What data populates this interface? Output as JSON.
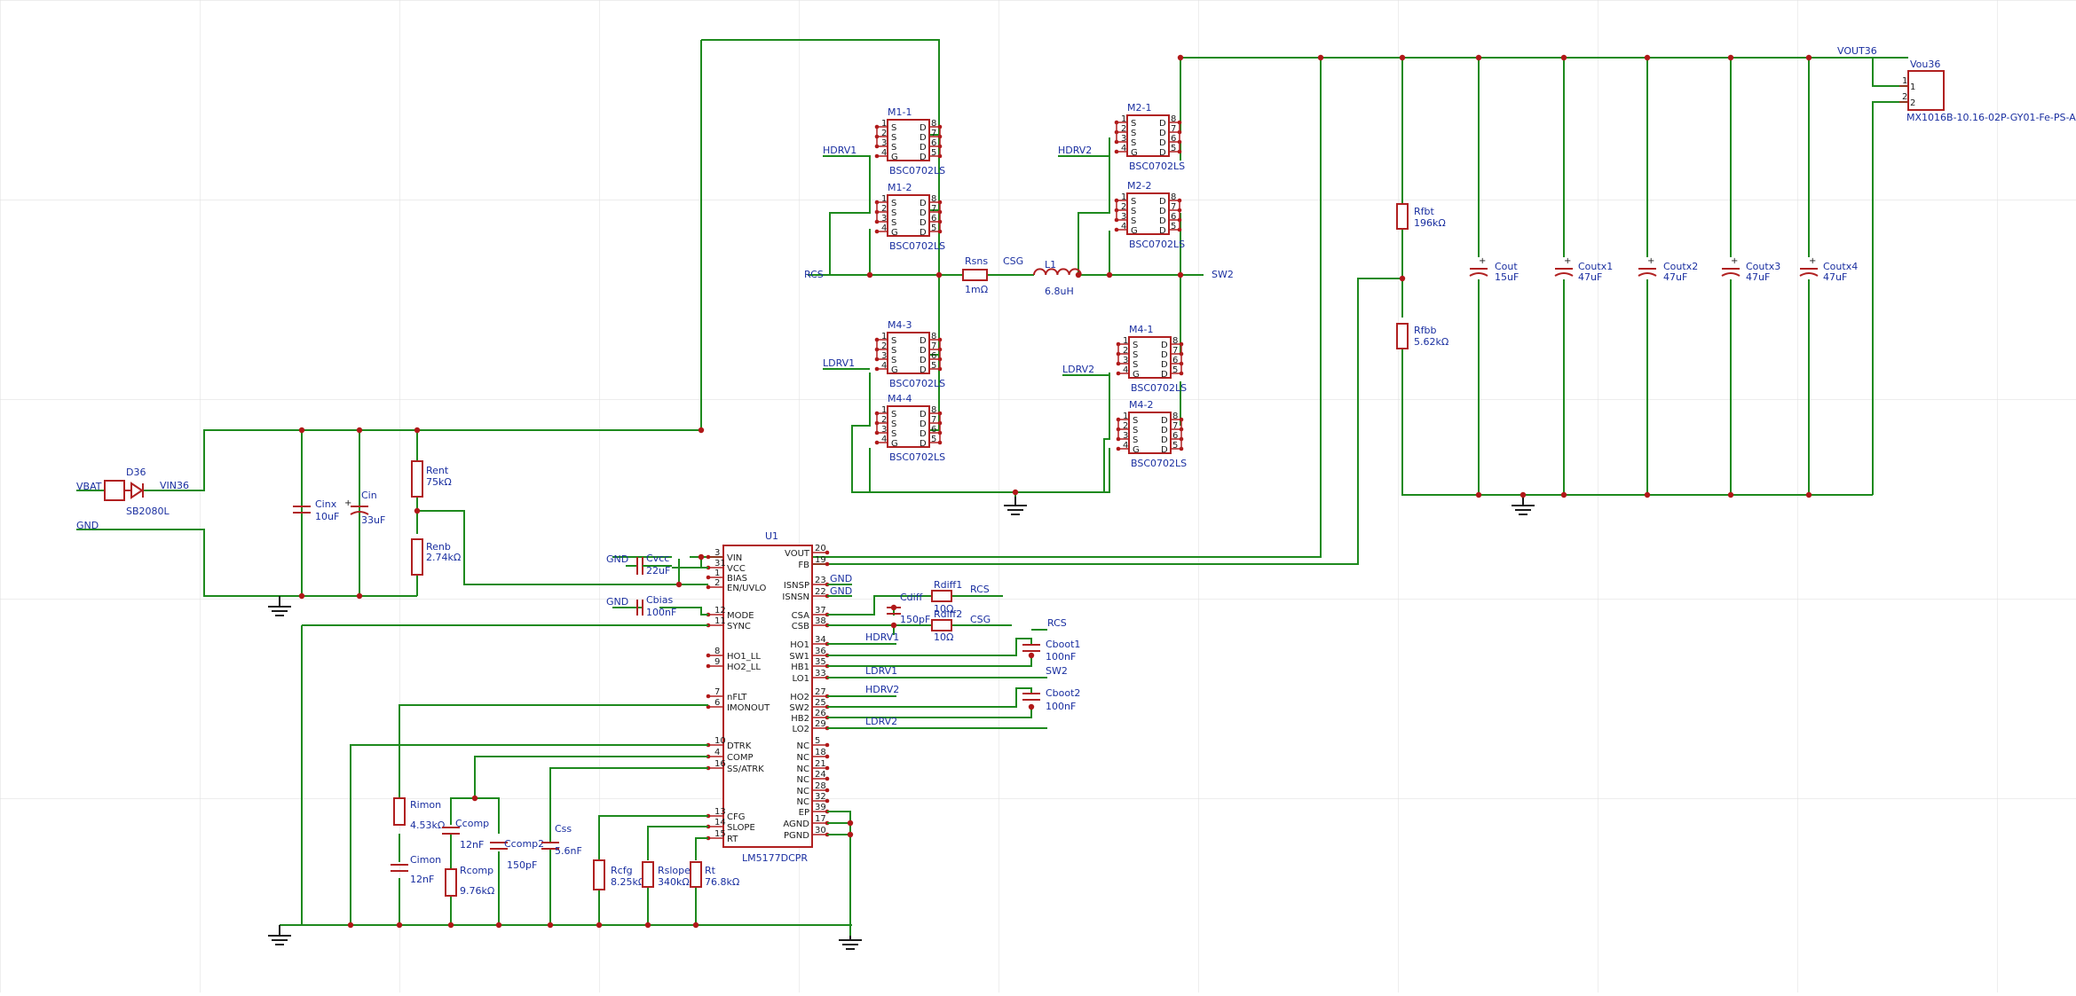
{
  "net_labels": {
    "vbat": "VBAT",
    "gnd_in": "GND",
    "vin36": "VIN36",
    "rcs": "RCS",
    "csg": "CSG",
    "sw2": "SW2",
    "hdrv1": "HDRV1",
    "hdrv2": "HDRV2",
    "ldrv1": "LDRV1",
    "ldrv2": "LDRV2",
    "vout36": "VOUT36",
    "gnd_a": "GND",
    "gnd_b": "GND",
    "gnd_c": "GND",
    "gnd_d": "GND",
    "rcs_r": "RCS",
    "csg_r": "CSG",
    "hdrv1_r": "HDRV1",
    "ldrv1_r": "LDRV1",
    "hdrv2_r": "HDRV2",
    "ldrv2_r": "LDRV2",
    "sw2_r": "SW2"
  },
  "components": {
    "d36": {
      "ref": "D36",
      "value": "SB2080L"
    },
    "cinx": {
      "ref": "Cinx",
      "value": "10uF"
    },
    "cin": {
      "ref": "Cin",
      "value": "33uF"
    },
    "renr": {
      "ref": "Rent",
      "value": "75kΩ"
    },
    "renb": {
      "ref": "Renb",
      "value": "2.74kΩ"
    },
    "cvcc": {
      "ref": "Cvcc",
      "value": "22uF"
    },
    "cbias": {
      "ref": "Cbias",
      "value": "100nF"
    },
    "u1": {
      "ref": "U1",
      "value": "LM5177DCPR"
    },
    "cdiff": {
      "ref": "Cdiff",
      "value": "150pF"
    },
    "rdiff1": {
      "ref": "Rdiff1",
      "value": "10Ω"
    },
    "rdiff2": {
      "ref": "Rdiff2",
      "value": "10Ω"
    },
    "cboot1": {
      "ref": "Cboot1",
      "value": "100nF"
    },
    "cboot2": {
      "ref": "Cboot2",
      "value": "100nF"
    },
    "rimon": {
      "ref": "Rimon",
      "value": "4.53kΩ"
    },
    "cimon": {
      "ref": "Cimon",
      "value": "12nF"
    },
    "ccomp": {
      "ref": "Ccomp",
      "value": "12nF"
    },
    "rcomp": {
      "ref": "Rcomp",
      "value": "9.76kΩ"
    },
    "ccomp2": {
      "ref": "Ccomp2",
      "value": "150pF"
    },
    "css": {
      "ref": "Css",
      "value": "5.6nF"
    },
    "rcfg": {
      "ref": "Rcfg",
      "value": "8.25kΩ"
    },
    "rslope": {
      "ref": "Rslope",
      "value": "340kΩ"
    },
    "rt": {
      "ref": "Rt",
      "value": "76.8kΩ"
    },
    "rsns": {
      "ref": "Rsns",
      "value": "1mΩ"
    },
    "l1": {
      "ref": "L1",
      "value": "6.8uH"
    },
    "rfbt": {
      "ref": "Rfbt",
      "value": "196kΩ"
    },
    "rfbb": {
      "ref": "Rfbb",
      "value": "5.62kΩ"
    },
    "cout": {
      "ref": "Cout",
      "value": "15uF"
    },
    "coutx1": {
      "ref": "Coutx1",
      "value": "47uF"
    },
    "coutx2": {
      "ref": "Coutx2",
      "value": "47uF"
    },
    "coutx3": {
      "ref": "Coutx3",
      "value": "47uF"
    },
    "coutx4": {
      "ref": "Coutx4",
      "value": "47uF"
    },
    "vou36": {
      "ref": "Vou36",
      "value": "MX1016B-10.16-02P-GY01-Fe-PS-A"
    }
  },
  "connector_pins": [
    "1",
    "2"
  ],
  "mosfets": [
    {
      "ref": "M1-1",
      "part": "BSC0702LS"
    },
    {
      "ref": "M1-2",
      "part": "BSC0702LS"
    },
    {
      "ref": "M2-1",
      "part": "BSC0702LS"
    },
    {
      "ref": "M2-2",
      "part": "BSC0702LS"
    },
    {
      "ref": "M4-3",
      "part": "BSC0702LS"
    },
    {
      "ref": "M4-4",
      "part": "BSC0702LS"
    },
    {
      "ref": "M4-1",
      "part": "BSC0702LS"
    },
    {
      "ref": "M4-2",
      "part": "BSC0702LS"
    }
  ],
  "mosfet_pins": {
    "left_nums": [
      "1",
      "2",
      "3",
      "4"
    ],
    "left_names": [
      "S",
      "S",
      "S",
      "G"
    ],
    "right_names": [
      "D",
      "D",
      "D",
      "D"
    ],
    "right_nums": [
      "8",
      "7",
      "6",
      "5"
    ]
  },
  "u1_left_pins": [
    {
      "num": "3",
      "name": "VIN"
    },
    {
      "num": "31",
      "name": "VCC"
    },
    {
      "num": "1",
      "name": "BIAS"
    },
    {
      "num": "2",
      "name": "EN/UVLO"
    },
    {
      "num": "12",
      "name": "MODE"
    },
    {
      "num": "11",
      "name": "SYNC"
    },
    {
      "num": "8",
      "name": "HO1_LL"
    },
    {
      "num": "9",
      "name": "HO2_LL"
    },
    {
      "num": "7",
      "name": "nFLT"
    },
    {
      "num": "6",
      "name": "IMONOUT"
    },
    {
      "num": "10",
      "name": "DTRK"
    },
    {
      "num": "4",
      "name": "COMP"
    },
    {
      "num": "16",
      "name": "SS/ATRK"
    },
    {
      "num": "13",
      "name": "CFG"
    },
    {
      "num": "14",
      "name": "SLOPE"
    },
    {
      "num": "15",
      "name": "RT"
    }
  ],
  "u1_right_pins": [
    {
      "num": "20",
      "name": "VOUT"
    },
    {
      "num": "19",
      "name": "FB"
    },
    {
      "num": "23",
      "name": "ISNSP"
    },
    {
      "num": "22",
      "name": "ISNSN"
    },
    {
      "num": "37",
      "name": "CSA"
    },
    {
      "num": "38",
      "name": "CSB"
    },
    {
      "num": "34",
      "name": "HO1"
    },
    {
      "num": "36",
      "name": "SW1"
    },
    {
      "num": "35",
      "name": "HB1"
    },
    {
      "num": "33",
      "name": "LO1"
    },
    {
      "num": "27",
      "name": "HO2"
    },
    {
      "num": "25",
      "name": "SW2"
    },
    {
      "num": "26",
      "name": "HB2"
    },
    {
      "num": "29",
      "name": "LO2"
    },
    {
      "num": "5",
      "name": "NC"
    },
    {
      "num": "18",
      "name": "NC"
    },
    {
      "num": "21",
      "name": "NC"
    },
    {
      "num": "24",
      "name": "NC"
    },
    {
      "num": "28",
      "name": "NC"
    },
    {
      "num": "32",
      "name": "NC"
    },
    {
      "num": "39",
      "name": "EP"
    },
    {
      "num": "17",
      "name": "AGND"
    },
    {
      "num": "30",
      "name": "PGND"
    }
  ],
  "colors": {
    "wire": "#1e8a1e",
    "component": "#b02020",
    "label": "#1a2fa0",
    "junction": "#b01818",
    "grid": "#e4e4e4"
  }
}
